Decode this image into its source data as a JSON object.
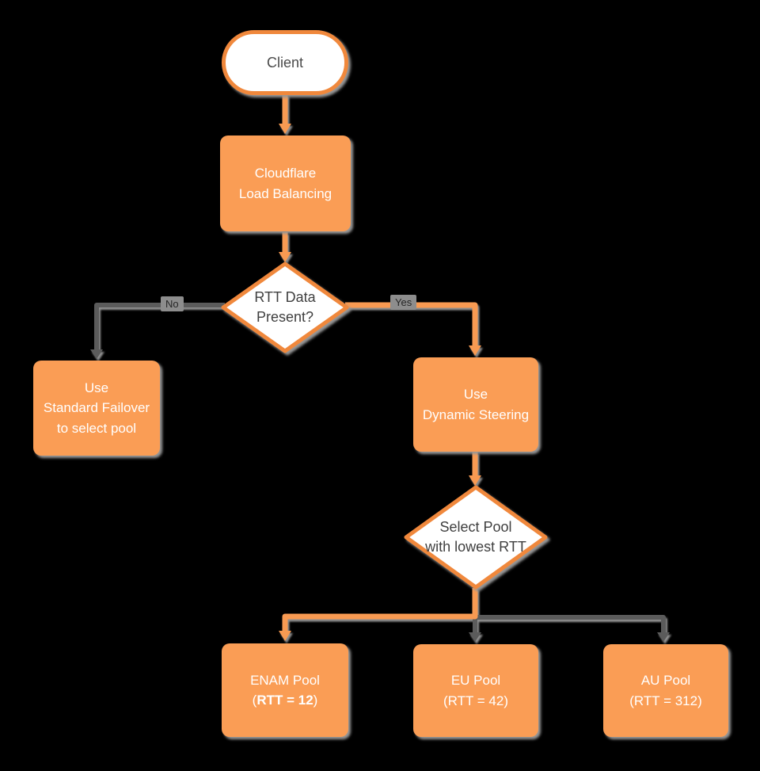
{
  "background_color": "#000000",
  "colors": {
    "node_fill_orange": "#FA9D55",
    "node_stroke_orange": "#F0883C",
    "edge_orange": "#F89A52",
    "edge_gray": "#5B5B5B",
    "node_text_light": "#FFFFFF",
    "node_text_dark": "#3F3F3F",
    "shadow_gray": "#979797"
  },
  "nodes": {
    "client": {
      "label": "Client"
    },
    "load_balancer": {
      "line1": "Cloudflare",
      "line2": "Load Balancing"
    },
    "rtt_decision": {
      "line1": "RTT Data",
      "line2": "Present?"
    },
    "standard_failover": {
      "line1": "Use",
      "line2": "Standard Failover",
      "line3": "to select pool"
    },
    "dynamic_steering": {
      "line1": "Use",
      "line2": "Dynamic Steering"
    },
    "select_pool": {
      "line1": "Select Pool",
      "line2": "with lowest RTT"
    },
    "enam_pool": {
      "line1": "ENAM Pool",
      "line2_open": "(",
      "line2_bold": "RTT = 12",
      "line2_close": ")"
    },
    "eu_pool": {
      "line1": "EU Pool",
      "line2": "(RTT = 42)"
    },
    "au_pool": {
      "line1": "AU Pool",
      "line2": "(RTT = 312)"
    }
  },
  "edges": {
    "no_label": "No",
    "yes_label": "Yes"
  }
}
